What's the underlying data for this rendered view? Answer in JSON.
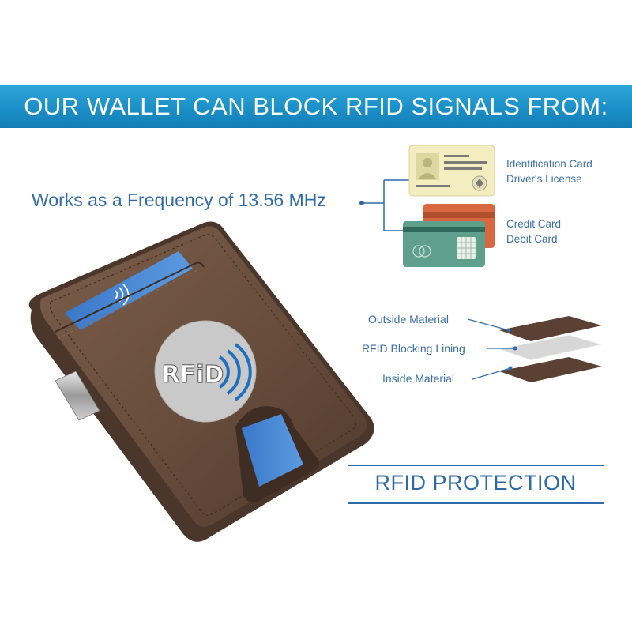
{
  "banner": {
    "title": "OUR WALLET CAN BLOCK RFID SIGNALS FROM:"
  },
  "frequency": {
    "text": "Works as a Frequency of 13.56 MHz"
  },
  "cards": {
    "id_card_line1": "Identification Card",
    "id_card_line2": "Driver's License",
    "credit_card_line1": "Credit Card",
    "credit_card_line2": "Debit Card"
  },
  "layers": {
    "outside": "Outside Material",
    "lining": "RFID Blocking Lining",
    "inside": "Inside Material"
  },
  "wallet": {
    "logo_text": "RFiD"
  },
  "protection": {
    "title": "RFID PROTECTION"
  },
  "colors": {
    "banner": "#1a8fc8",
    "text_blue": "#2e6ba8",
    "leather": "#6b5040",
    "id_card": "#f3edbf",
    "credit_card_green": "#5fa08c",
    "debit_card_orange": "#d9673f"
  }
}
